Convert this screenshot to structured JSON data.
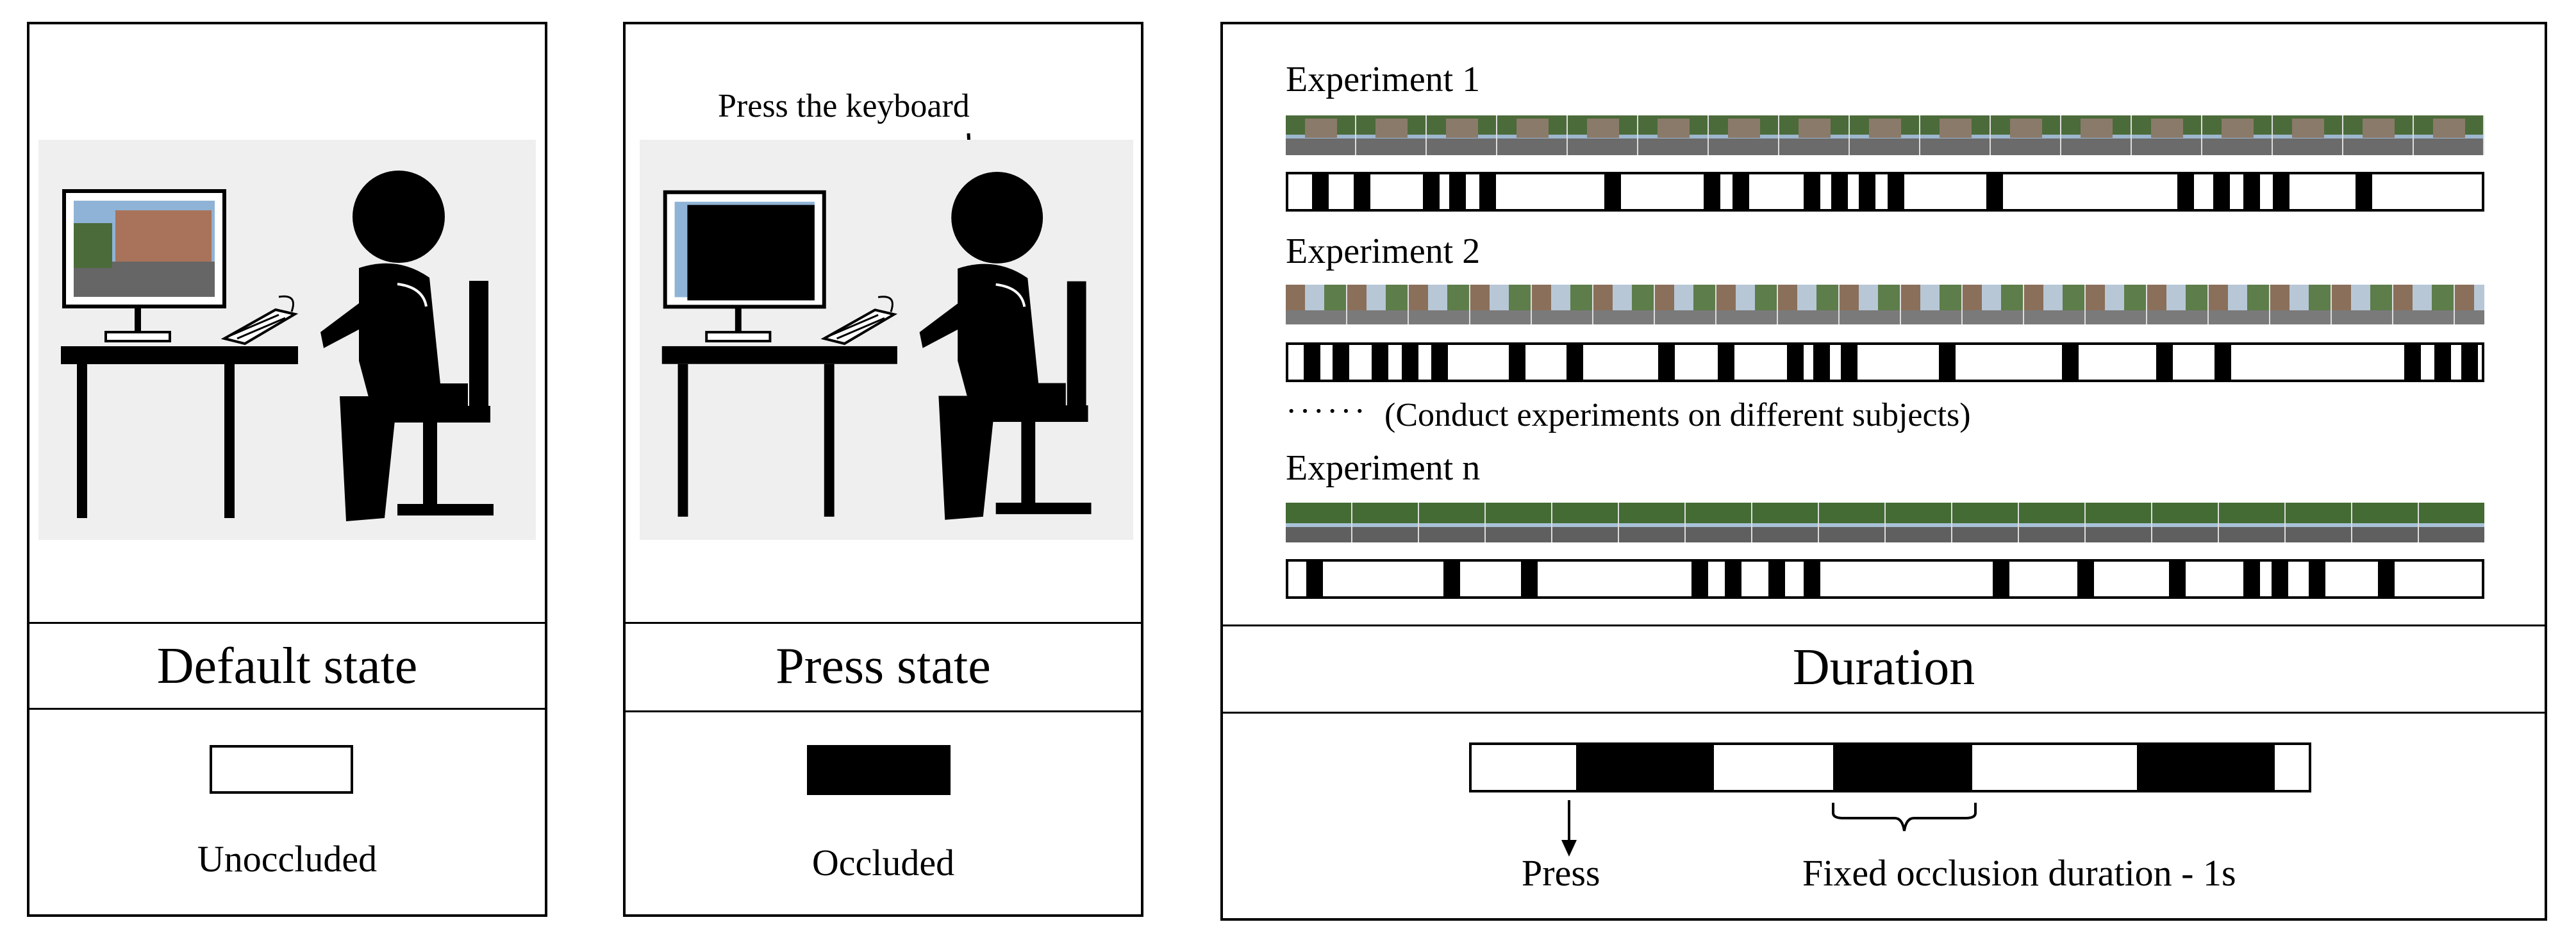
{
  "panels": {
    "default": {
      "state_label": "Default state",
      "legend_label": "Unoccluded"
    },
    "press": {
      "annotation": "Press the keyboard",
      "state_label": "Press state",
      "legend_label": "Occluded"
    },
    "duration": {
      "experiments": [
        {
          "label": "Experiment 1",
          "occlusion_fractions": [
            0.02,
            0.055,
            0.113,
            0.135,
            0.16,
            0.265,
            0.348,
            0.372,
            0.432,
            0.455,
            0.478,
            0.502,
            0.585,
            0.745,
            0.775,
            0.8,
            0.825,
            0.894
          ]
        },
        {
          "label": "Experiment 2",
          "occlusion_fractions": [
            0.013,
            0.037,
            0.07,
            0.095,
            0.12,
            0.185,
            0.233,
            0.31,
            0.36,
            0.418,
            0.44,
            0.463,
            0.545,
            0.648,
            0.727,
            0.776,
            0.935,
            0.96,
            0.983
          ]
        },
        {
          "label": "Experiment n",
          "occlusion_fractions": [
            0.015,
            0.13,
            0.195,
            0.338,
            0.366,
            0.402,
            0.432,
            0.59,
            0.661,
            0.738,
            0.8,
            0.824,
            0.855,
            0.913
          ]
        }
      ],
      "ellipsis_note": "(Conduct experiments on different subjects)",
      "ellipsis_dots": "······",
      "section_label": "Duration",
      "timeline": {
        "blocks": [
          [
            0.125,
            0.29
          ],
          [
            0.432,
            0.598
          ],
          [
            0.795,
            0.96
          ]
        ]
      },
      "press_label": "Press",
      "fixed_label": "Fixed occlusion duration - 1s"
    }
  },
  "colors": {
    "ink": "#000000",
    "scene_background": "#efefef",
    "sky": "#8fb3d6",
    "foliage": "#4c6b3a",
    "road": "#666666"
  }
}
